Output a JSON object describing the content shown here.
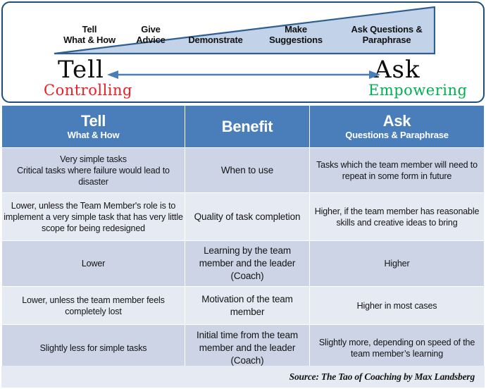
{
  "diagram": {
    "wedge": {
      "fill_color": "#c2d2e8",
      "stroke_color": "#2f5f92",
      "labels": [
        {
          "line1": "Tell",
          "line2": "What & How"
        },
        {
          "line1": "Give",
          "line2": "Advice"
        },
        {
          "line1": "",
          "line2": "Demonstrate"
        },
        {
          "line1": "Make",
          "line2": "Suggestions"
        },
        {
          "line1": "Ask Questions &",
          "line2": "Paraphrase"
        }
      ]
    },
    "spectrum": {
      "left_word": "Tell",
      "left_word_color": "#0d0d0d",
      "left_caption": "Controlling",
      "left_caption_color": "#ee1c25",
      "right_word": "Ask",
      "right_word_color": "#0d0d0d",
      "right_caption": "Empowering",
      "right_caption_color": "#00b050",
      "arrow_color": "#4a7ebb",
      "arrow_name": "double-headed-arrow"
    }
  },
  "table": {
    "header_bg": "#4a7ebb",
    "header_text_color": "#ffffff",
    "row_band_a": "#ccd4e6",
    "row_band_b": "#e6eaf3",
    "columns": [
      {
        "main": "Tell",
        "sub": "What & How"
      },
      {
        "main": "Benefit",
        "sub": ""
      },
      {
        "main": "Ask",
        "sub": "Questions & Paraphrase"
      }
    ],
    "rows": [
      {
        "tell": "Very simple tasks\nCritical tasks where failure would lead to disaster",
        "benefit": "When to use",
        "ask": "Tasks which the team member will need to repeat in some form in future"
      },
      {
        "tell": "Lower, unless the Team Member's role is to implement a very simple task that has very little scope for being redesigned",
        "benefit": "Quality of task completion",
        "ask": "Higher, if the team member has reasonable skills and creative ideas to bring"
      },
      {
        "tell": "Lower",
        "benefit": "Learning by the team member and the leader (Coach)",
        "ask": "Higher"
      },
      {
        "tell": "Lower, unless the team member feels completely lost",
        "benefit": "Motivation of the team member",
        "ask": "Higher in most cases"
      },
      {
        "tell": "Slightly less for simple tasks",
        "benefit": "Initial time from the team member and the leader (Coach)",
        "ask": "Slightly more, depending on speed of the team member’s learning"
      }
    ]
  },
  "footer": {
    "source": "Source: The Tao of Coaching by Max Landsberg"
  }
}
